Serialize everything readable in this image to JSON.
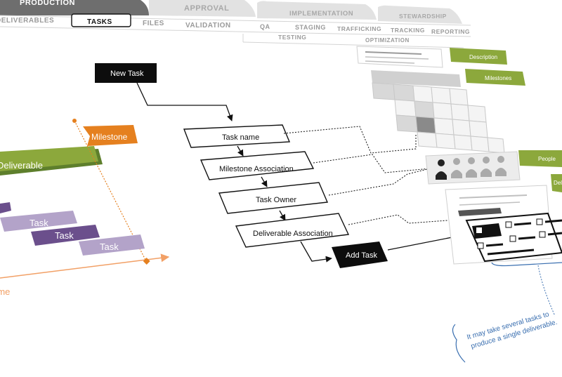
{
  "phase_tabs": [
    "PRODUCTION",
    "APPROVAL",
    "IMPLEMENTATION",
    "STEWARDSHIP"
  ],
  "sub_tabs": [
    "DELIVERABLES",
    "TASKS",
    "FILES",
    "VALIDATION",
    "QA",
    "STAGING",
    "TRAFFICKING",
    "TRACKING",
    "REPORTING"
  ],
  "sub_tabs2": [
    "TESTING",
    "OPTIMIZATION"
  ],
  "flow": {
    "start": "New Task",
    "steps": [
      "Task name",
      "Milestone Association",
      "Task Owner",
      "Deliverable Association"
    ],
    "end": "Add Task"
  },
  "gantt": {
    "milestone": "Milestone",
    "deliverable": "Deliverable",
    "tasks": [
      "Task",
      "Task",
      "Task"
    ],
    "axis_label": "Time"
  },
  "panel": {
    "description": "Description",
    "milestones": "Milestones",
    "people": "People",
    "deliverables": "Deliverables"
  },
  "note": [
    "It may take several tasks to",
    "produce a single deliverable."
  ],
  "colors": {
    "green": "#8ca83c",
    "orange": "#e5801f",
    "purple_light": "#b3a3c9",
    "purple_dark": "#6b4f8c",
    "note_blue": "#3a6fb0"
  }
}
